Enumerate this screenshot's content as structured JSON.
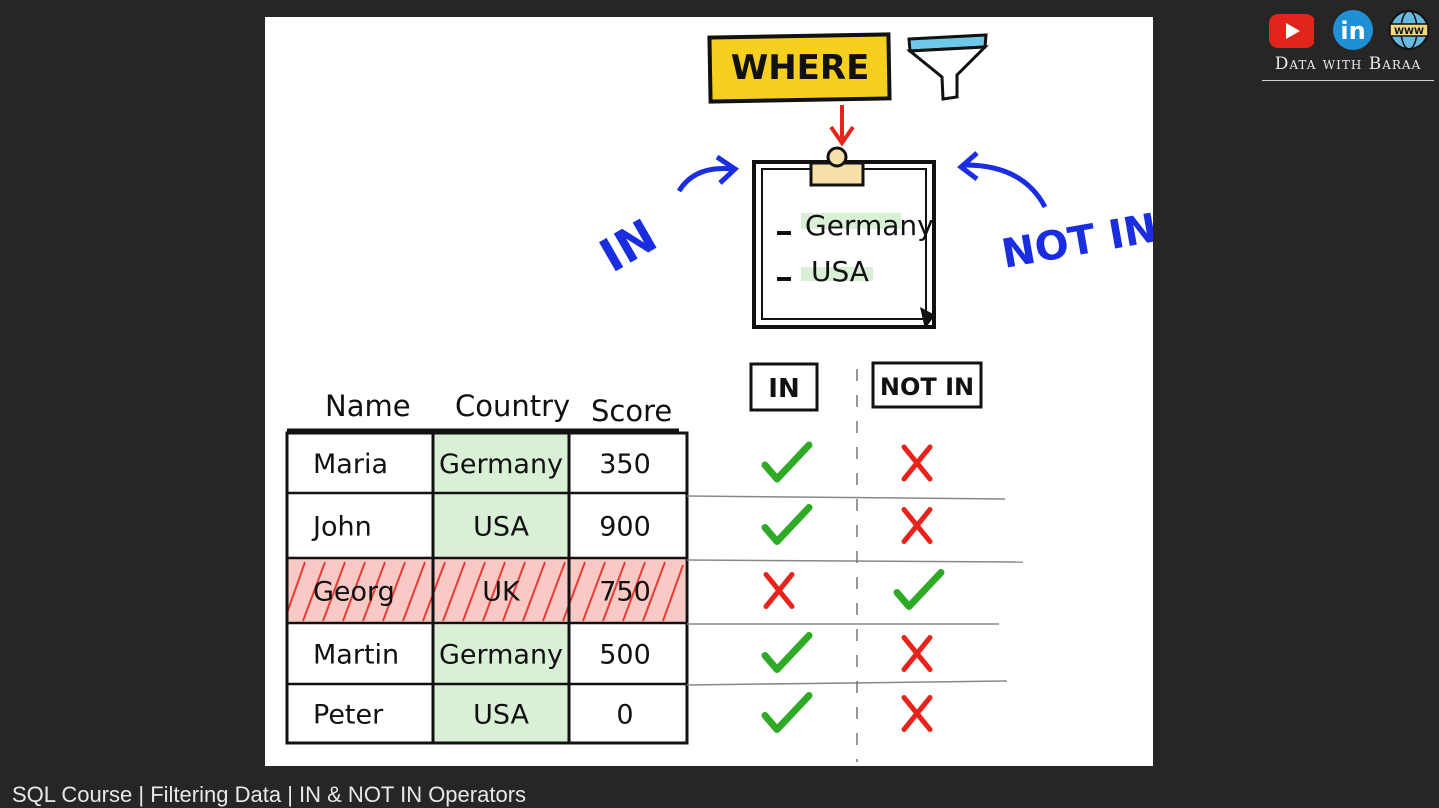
{
  "caption": {
    "parts": [
      "SQL Course",
      "|",
      "Filtering Data",
      "|",
      "IN & NOT IN Operators"
    ]
  },
  "brand": {
    "name": "Data with Baraa",
    "icons": [
      "youtube-icon",
      "linkedin-icon",
      "website-globe-icon"
    ],
    "icon_text": {
      "linkedin": "in",
      "website": "WWW"
    }
  },
  "diagram": {
    "where_label": "WHERE",
    "in_label": "IN",
    "not_in_label": "NOT IN",
    "list_items": [
      "Germany",
      "USA"
    ],
    "table": {
      "headers": [
        "Name",
        "Country",
        "Score"
      ],
      "rows": [
        {
          "name": "Maria",
          "country": "Germany",
          "score": "350",
          "in": true,
          "not_in": false
        },
        {
          "name": "John",
          "country": "USA",
          "score": "900",
          "in": true,
          "not_in": false
        },
        {
          "name": "Georg",
          "country": "UK",
          "score": "750",
          "in": false,
          "not_in": true
        },
        {
          "name": "Martin",
          "country": "Germany",
          "score": "500",
          "in": true,
          "not_in": false
        },
        {
          "name": "Peter",
          "country": "USA",
          "score": "0",
          "in": true,
          "not_in": false
        }
      ]
    },
    "result_headers": [
      "IN",
      "NOT IN"
    ],
    "colors": {
      "check": "#2eaa26",
      "cross": "#e8231c",
      "ink": "#111111",
      "blue": "#1a2ee0",
      "yellow": "#f7cf1e",
      "highlight_green": "#d9efd6",
      "highlight_red": "#f9c9c6"
    }
  }
}
